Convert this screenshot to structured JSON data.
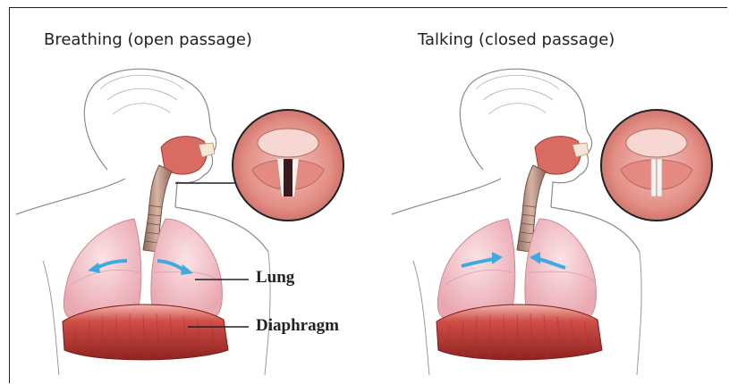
{
  "panels": {
    "breathing": {
      "title": "Breathing (open passage)"
    },
    "talking": {
      "title": "Talking (closed passage)"
    }
  },
  "labels": {
    "lung": "Lung",
    "diaphragm": "Diaphragm"
  },
  "colors": {
    "skin_outline": "#8a8a8a",
    "lung_fill": "#f3c6cc",
    "lung_shade": "#e9a2ac",
    "diaphragm_fill": "#c8453f",
    "diaphragm_dark": "#8f2320",
    "trachea": "#b28a7a",
    "mouth": "#d96b62",
    "airflow_arrow": "#3fa9e0",
    "larynx_bg": "#e9a099",
    "vocal_cords": "#f6f2ef"
  }
}
